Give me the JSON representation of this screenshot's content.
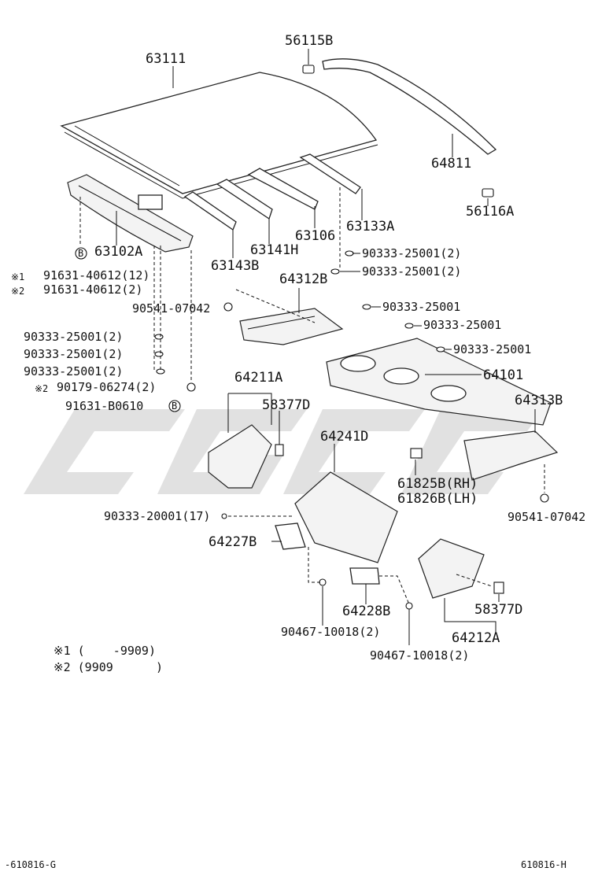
{
  "labels": {
    "p63111": "63111",
    "p56115b": "56115B",
    "p64811": "64811",
    "p56116a": "56116A",
    "p63102a": "63102A",
    "p63106": "63106",
    "p63133a": "63133A",
    "p63141h": "63141H",
    "p63143b": "63143B",
    "p64312b": "64312B",
    "p90333_25001_2a": "90333-25001(2)",
    "p90333_25001_2b": "90333-25001(2)",
    "p91631_40612_12": "91631-40612(12)",
    "p91631_40612_2": "91631-40612(2)",
    "p90541_07042a": "90541-07042",
    "p90333_25001_2c": "90333-25001(2)",
    "p90333_25001_2d": "90333-25001(2)",
    "p90333_25001_2e": "90333-25001(2)",
    "p90179_06274": "90179-06274(2)",
    "p91631_b0610": "91631-B0610",
    "p90333_25001_r1": "90333-25001",
    "p90333_25001_r2": "90333-25001",
    "p90333_25001_r3": "90333-25001",
    "p64101": "64101",
    "p64211a": "64211A",
    "p58377d_a": "58377D",
    "p64313b": "64313B",
    "p64241d": "64241D",
    "p61825b": "61825B(RH)",
    "p61826b": "61826B(LH)",
    "p90541_07042b": "90541-07042",
    "p90333_20001": "90333-20001(17)",
    "p64227b": "64227B",
    "p64228b": "64228B",
    "p58377d_b": "58377D",
    "p90467_a": "90467-10018(2)",
    "p64212a": "64212A",
    "p90467_b": "90467-10018(2)"
  },
  "marks": {
    "star1": "※1",
    "star2": "※2",
    "star2b": "※2",
    "b_circle": "B"
  },
  "legend": {
    "line1": "※1 (    -9909)",
    "line2": "※2 (9909      )"
  },
  "footer": {
    "left": "-610816-G",
    "right": "610816-H"
  },
  "colors": {
    "line": "#222222",
    "watermark": "#c9c9c9",
    "background": "#ffffff"
  }
}
